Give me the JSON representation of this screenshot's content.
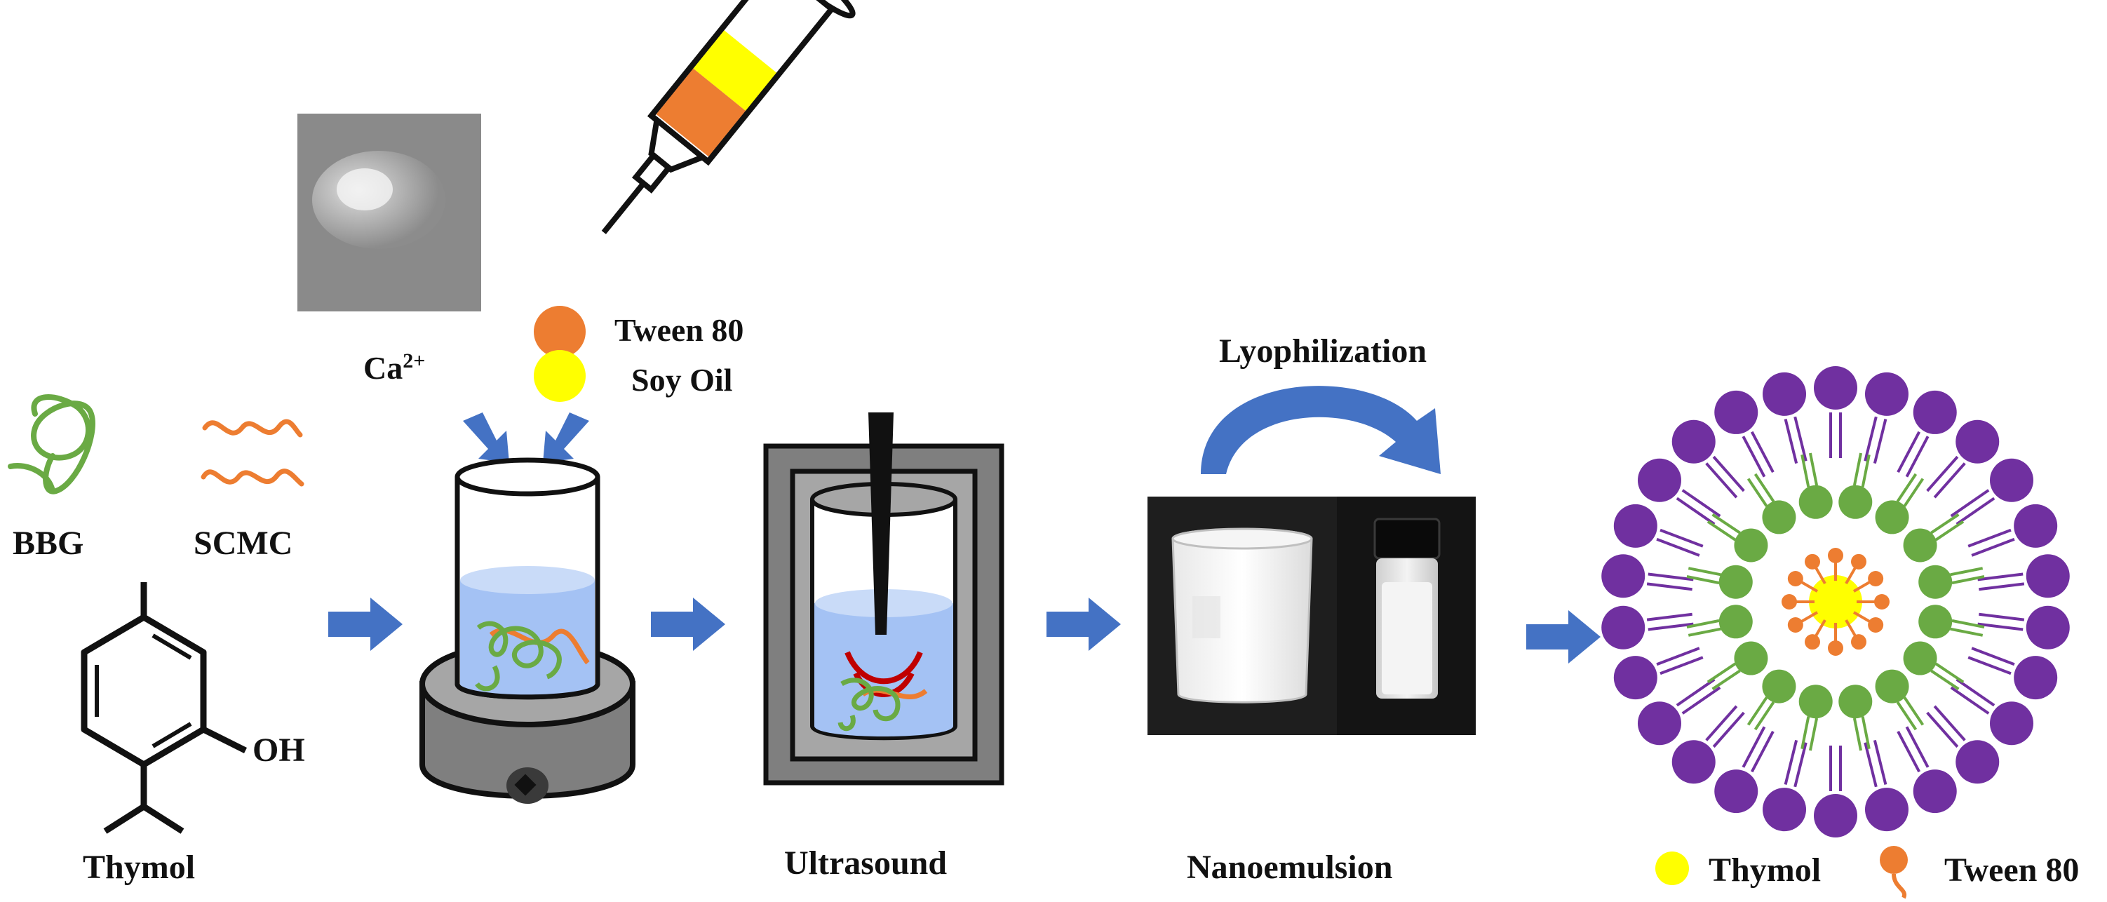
{
  "labels": {
    "ca": "Ca",
    "ca_sup": "2+",
    "tween80": "Tween 80",
    "soy_oil": "Soy Oil",
    "bbg": "BBG",
    "scmc": "SCMC",
    "oh": "OH",
    "thymol": "Thymol",
    "ultrasound": "Ultrasound",
    "lyophilization": "Lyophilization",
    "nanoemulsion": "Nanoemulsion"
  },
  "legend": {
    "thymol": "Thymol",
    "tween80": "Tween 80"
  },
  "colors": {
    "green": "#6aaa44",
    "orange": "#ed7d31",
    "yellow": "#ffff00",
    "purple": "#7030a0",
    "blue_arrow": "#4472c4",
    "water": "#a4c2f4",
    "red_strand": "#c00000",
    "grey_device": "#7f7f7f"
  }
}
